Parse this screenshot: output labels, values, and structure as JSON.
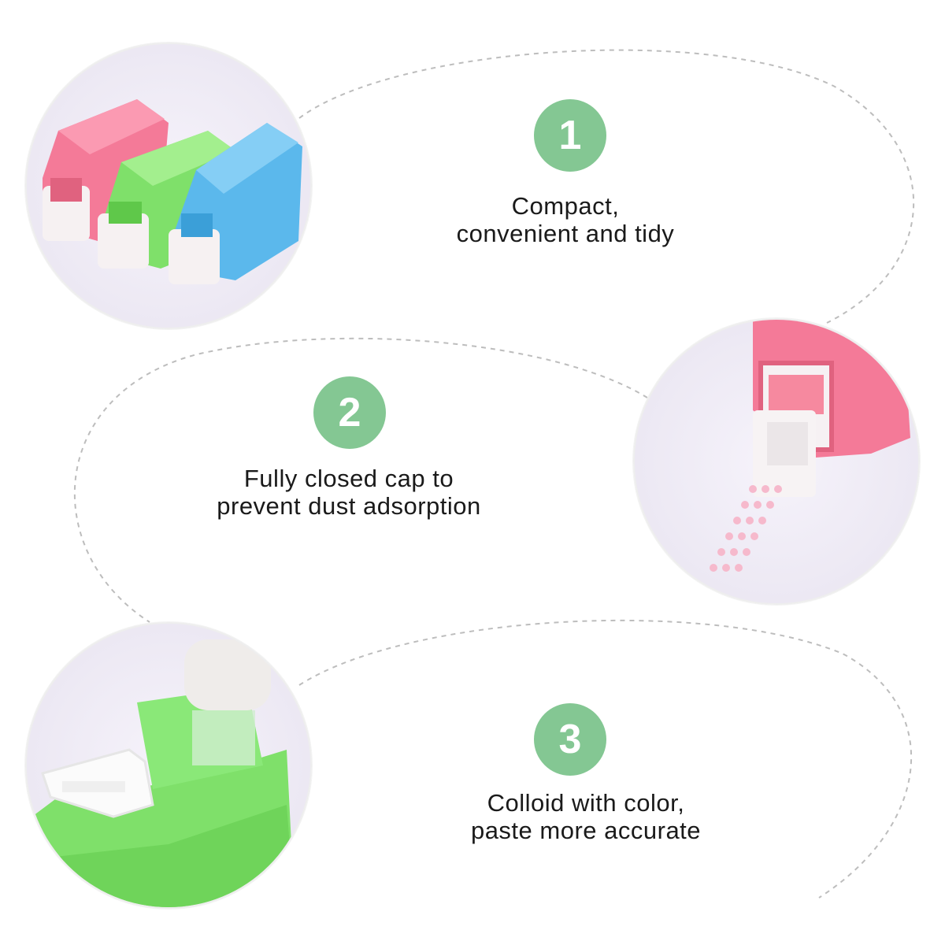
{
  "features": [
    {
      "number": "1",
      "lines": [
        "Compact,",
        "convenient and tidy"
      ]
    },
    {
      "number": "2",
      "lines": [
        "Fully closed cap to",
        "prevent dust adsorption"
      ]
    },
    {
      "number": "3",
      "lines": [
        "Colloid with color,",
        "paste more accurate"
      ]
    }
  ],
  "colors": {
    "badge": "#84c793",
    "text": "#1a1a1a",
    "dashed_line": "#bdbdbd",
    "pink": "#f47a98",
    "green": "#7fe06a",
    "blue": "#5bb8ec"
  },
  "photos": [
    {
      "subject": "three-tape-dispensers-pink-green-blue"
    },
    {
      "subject": "pink-dispenser-applying-dotted-tape"
    },
    {
      "subject": "green-dispenser-open-roller"
    }
  ]
}
